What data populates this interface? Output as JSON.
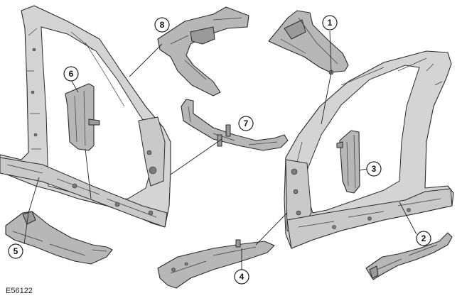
{
  "figure_code": "E56122",
  "callouts": [
    {
      "number": "1"
    },
    {
      "number": "2"
    },
    {
      "number": "3"
    },
    {
      "number": "4"
    },
    {
      "number": "5"
    },
    {
      "number": "6"
    },
    {
      "number": "7"
    },
    {
      "number": "8"
    }
  ],
  "colors": {
    "part_fill": "#b7b7b7",
    "frame_fill": "#d4d4d4",
    "outline": "#2b2b2b",
    "background": "#ffffff"
  }
}
